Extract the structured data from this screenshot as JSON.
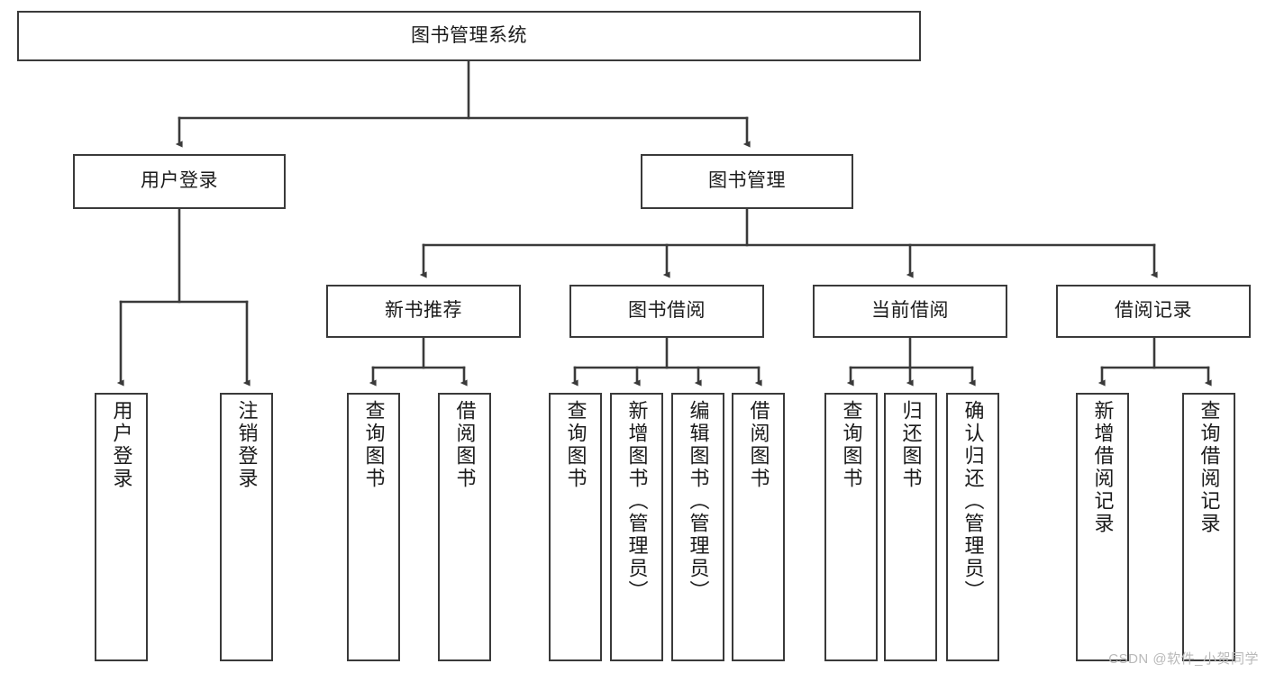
{
  "diagram": {
    "type": "tree",
    "title": "图书管理系统",
    "style": {
      "line_color": "#3a3a3a",
      "box_border": "#3a3a3a",
      "box_fill": "#ffffff",
      "text_color": "#1b1b1b",
      "background": "#ffffff",
      "watermark_color": "#b9b9b9"
    }
  },
  "root": {
    "label": "图书管理系统"
  },
  "level2": [
    {
      "label": "用户登录"
    },
    {
      "label": "图书管理"
    }
  ],
  "level3": [
    {
      "label": "新书推荐"
    },
    {
      "label": "图书借阅"
    },
    {
      "label": "当前借阅"
    },
    {
      "label": "借阅记录"
    }
  ],
  "leaves": {
    "user_login": [
      {
        "label": "用户登录"
      },
      {
        "label": "注销登录"
      }
    ],
    "new_book_recommend": [
      {
        "label": "查询图书"
      },
      {
        "label": "借阅图书"
      }
    ],
    "book_borrow": [
      {
        "label": "查询图书"
      },
      {
        "label": "新增图书（管理员）"
      },
      {
        "label": "编辑图书（管理员）"
      },
      {
        "label": "借阅图书"
      }
    ],
    "current_borrow": [
      {
        "label": "查询图书"
      },
      {
        "label": "归还图书"
      },
      {
        "label": "确认归还（管理员）"
      }
    ],
    "borrow_record": [
      {
        "label": "新增借阅记录"
      },
      {
        "label": "查询借阅记录"
      }
    ]
  },
  "watermark": {
    "text": "CSDN @软件_小贺同学"
  }
}
